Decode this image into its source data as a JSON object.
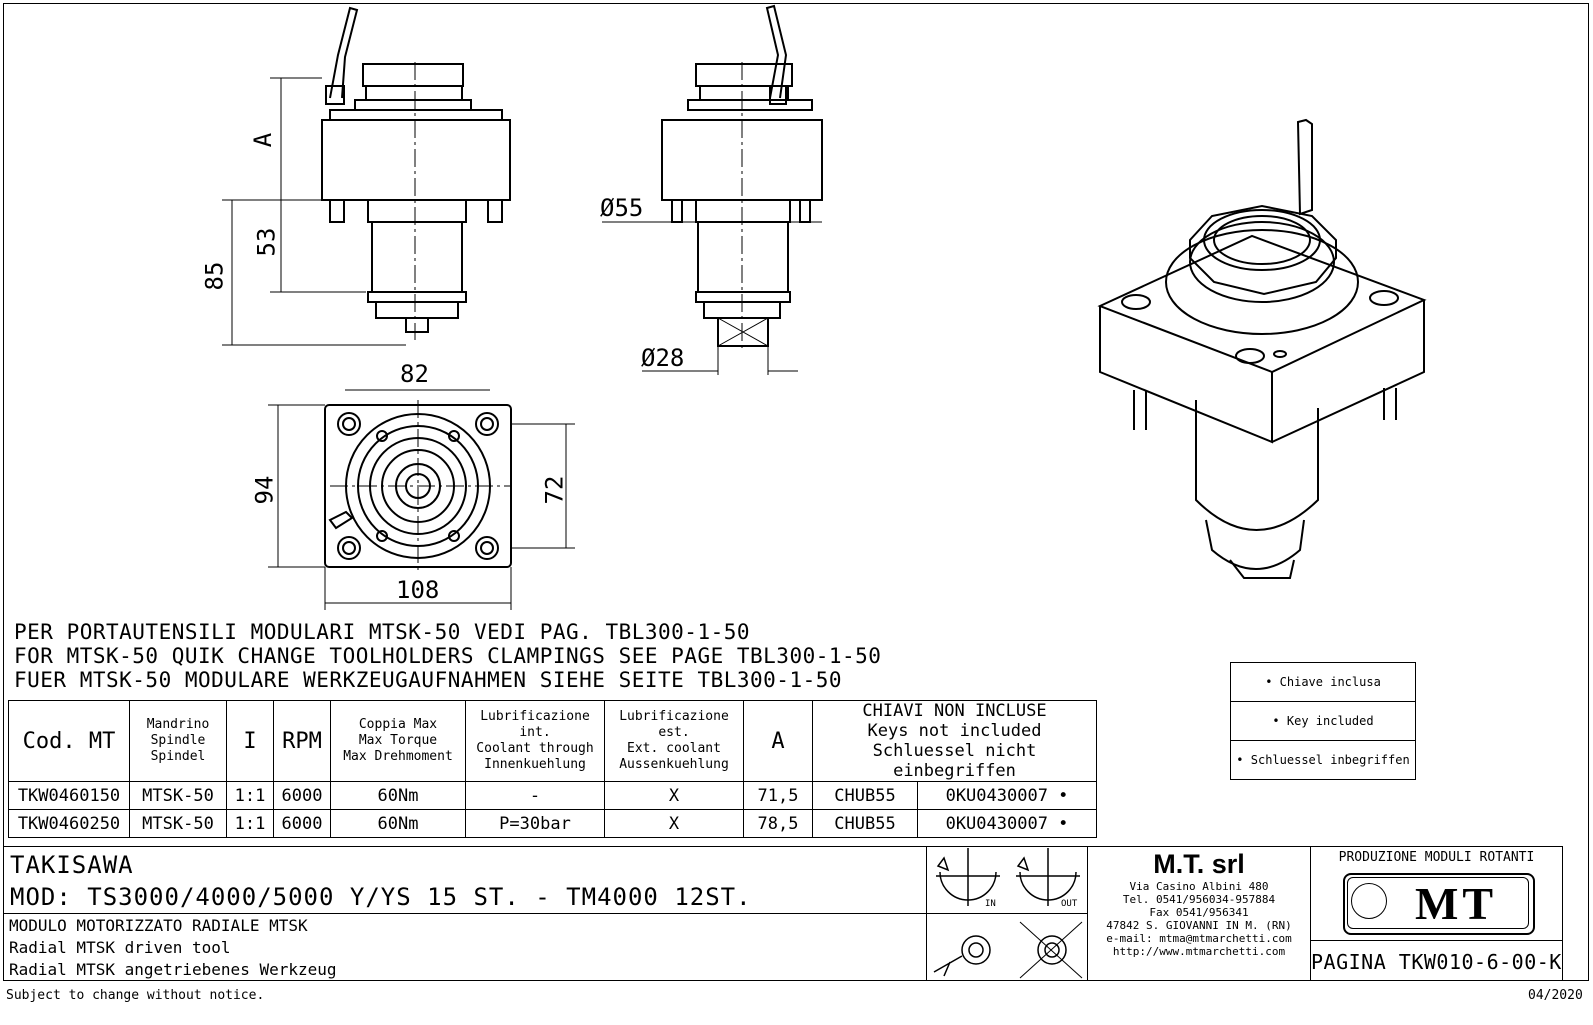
{
  "dimensions": {
    "a": "A",
    "d53": "53",
    "d85": "85",
    "d55": "Ø55",
    "d28": "Ø28",
    "d82": "82",
    "d94": "94",
    "d72": "72",
    "d108": "108"
  },
  "notes": [
    "PER PORTAUTENSILI MODULARI MTSK-50 VEDI PAG. TBL300-1-50",
    "FOR MTSK-50 QUIK CHANGE TOOLHOLDERS CLAMPINGS SEE PAGE TBL300-1-50",
    "FUER MTSK-50 MODULARE WERKZEUGAUFNAHMEN SIEHE SEITE TBL300-1-50"
  ],
  "table": {
    "headers": {
      "cod": "Cod. MT",
      "spindle": [
        "Mandrino",
        "Spindle",
        "Spindel"
      ],
      "ratio": "I",
      "rpm": "RPM",
      "torque": [
        "Coppia Max",
        "Max Torque",
        "Max Drehmoment"
      ],
      "coolant_int": [
        "Lubrificazione int.",
        "Coolant through",
        "Innenkuehlung"
      ],
      "coolant_ext": [
        "Lubrificazione est.",
        "Ext. coolant",
        "Aussenkuehlung"
      ],
      "a": "A",
      "keys": [
        "CHIAVI NON INCLUSE",
        "Keys not included",
        "Schluessel nicht einbegriffen"
      ]
    },
    "rows": [
      {
        "cod": "TKW0460150",
        "spindle": "MTSK-50",
        "ratio": "1:1",
        "rpm": "6000",
        "torque": "60Nm",
        "coolant_int": "-",
        "coolant_ext": "X",
        "a": "71,5",
        "key1": "CHUB55",
        "key2": "0KU0430007 •"
      },
      {
        "cod": "TKW0460250",
        "spindle": "MTSK-50",
        "ratio": "1:1",
        "rpm": "6000",
        "torque": "60Nm",
        "coolant_int": "P=30bar",
        "coolant_ext": "X",
        "a": "78,5",
        "key1": "CHUB55",
        "key2": "0KU0430007 •"
      }
    ]
  },
  "key_legend": [
    "• Chiave inclusa",
    "• Key included",
    "• Schluessel inbegriffen"
  ],
  "title_block": {
    "machine": "TAKISAWA",
    "model": "MOD: TS3000/4000/5000 Y/YS 15 ST. - TM4000 12ST.",
    "desc": [
      "MODULO MOTORIZZATO RADIALE MTSK",
      "Radial MTSK driven tool",
      "Radial MTSK angetriebenes Werkzeug"
    ],
    "rotation": {
      "in": "IN",
      "out": "OUT"
    },
    "company": {
      "name": "M.T. srl",
      "lines": [
        "Via Casino Albini 480",
        "Tel. 0541/956034-957884",
        "Fax 0541/956341",
        "47842 S. GIOVANNI IN M. (RN)",
        "e-mail: mtma@mtmarchetti.com",
        "http://www.mtmarchetti.com"
      ]
    },
    "production": "PRODUZIONE MODULI ROTANTI",
    "logo": "MT",
    "page": "PAGINA TKW010-6-00-K"
  },
  "footer": {
    "notice": "Subject to change without notice.",
    "date": "04/2020"
  }
}
